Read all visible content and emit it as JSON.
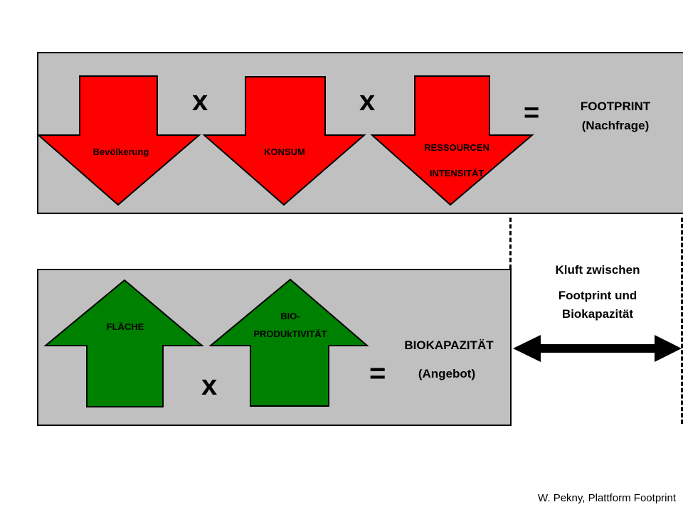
{
  "top": {
    "factors": [
      "Bevölkerung",
      "KONSUM",
      "RESSOURCEN",
      "INTENSITÄT"
    ],
    "operator_times": "x",
    "operator_equals": "=",
    "result_line1": "FOOTPRINT",
    "result_line2": "(Nachfrage)"
  },
  "bottom": {
    "factor1": "FLÄCHE",
    "factor2_line1": "BIO-",
    "factor2_line2": "PRODUkTIVITÄT",
    "operator_times": "x",
    "operator_equals": "=",
    "result_line1": "BIOKAPAZITÄT",
    "result_line2": "(Angebot)"
  },
  "gap": {
    "line1": "Kluft zwischen",
    "line2": "Footprint und",
    "line3": "Biokapazität"
  },
  "credit": "W. Pekny, Plattform Footprint",
  "colors": {
    "panel": "#c0c0c0",
    "red_arrow": "#ff0000",
    "green_arrow": "#008000"
  }
}
